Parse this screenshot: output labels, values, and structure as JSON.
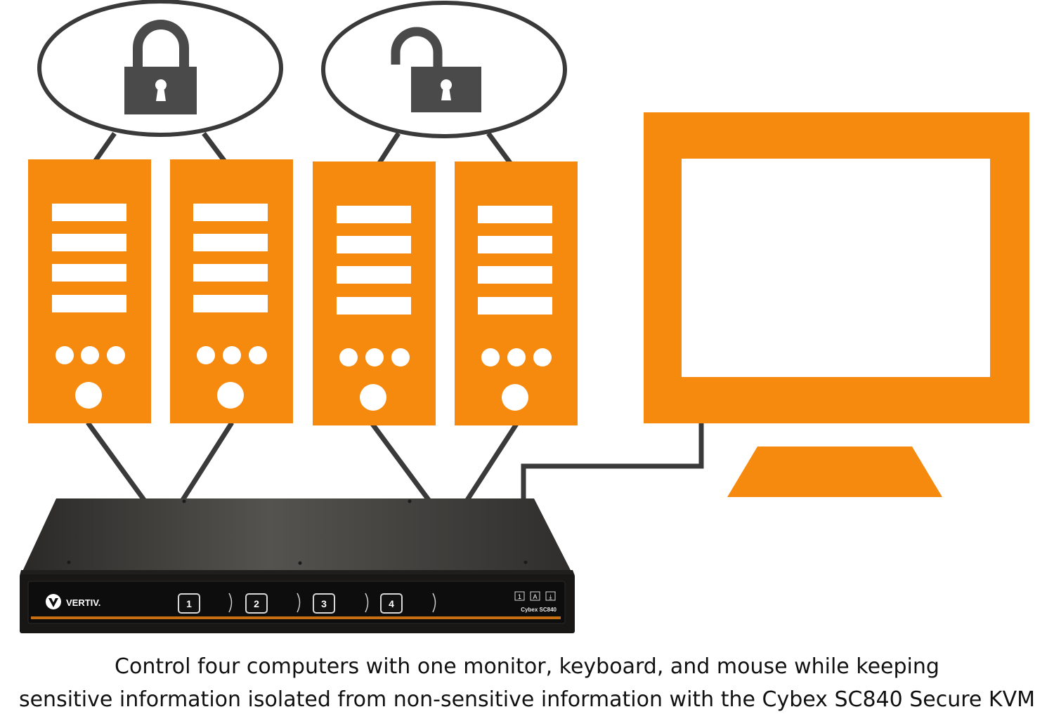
{
  "colors": {
    "accent": "#F68A0F",
    "line": "#3A3A3A",
    "lock": "#4A4A4A",
    "device": "#2E2D2B",
    "text": "#111111"
  },
  "icons": [
    "lock-closed-icon",
    "lock-open-icon",
    "computer-tower-icon",
    "monitor-icon",
    "vertiv-logo-icon"
  ],
  "device": {
    "brand": "VERTIV.",
    "model": "Cybex SC840",
    "ports": [
      "1",
      "2",
      "3",
      "4"
    ],
    "indicators": [
      "1",
      "A",
      "⤓"
    ]
  },
  "caption": {
    "line1": "Control four computers with one monitor, keyboard, and mouse while keeping",
    "line2": "sensitive information isolated from non-sensitive information with the Cybex SC840 Secure KVM"
  }
}
